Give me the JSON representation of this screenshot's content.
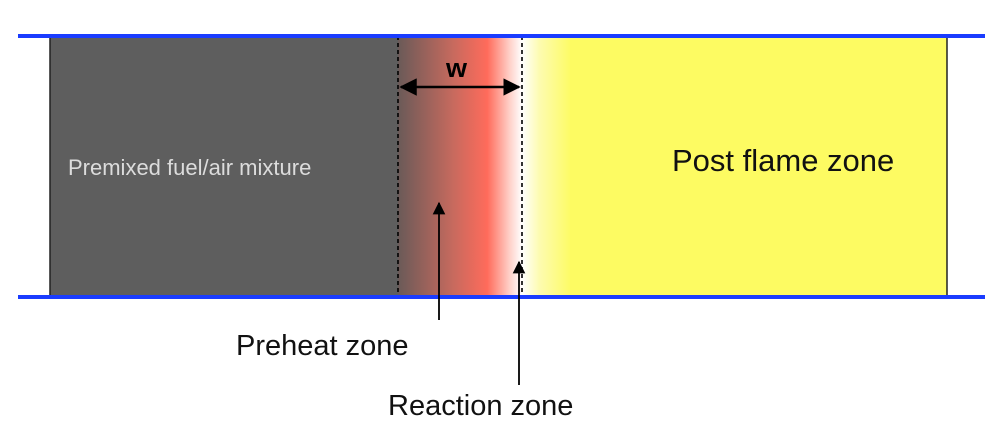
{
  "labels": {
    "premixed": "Premixed fuel/air mixture",
    "post_flame": "Post flame zone",
    "width_symbol": "w",
    "preheat": "Preheat zone",
    "reaction": "Reaction zone"
  },
  "colors": {
    "wall": "#1a3cff",
    "unburned": "#5e5e5e",
    "post_flame": "#fdfb62",
    "preheat_dark": "#6a5a58",
    "preheat_hot": "#ff6a5a",
    "reaction": "#ffffff"
  }
}
